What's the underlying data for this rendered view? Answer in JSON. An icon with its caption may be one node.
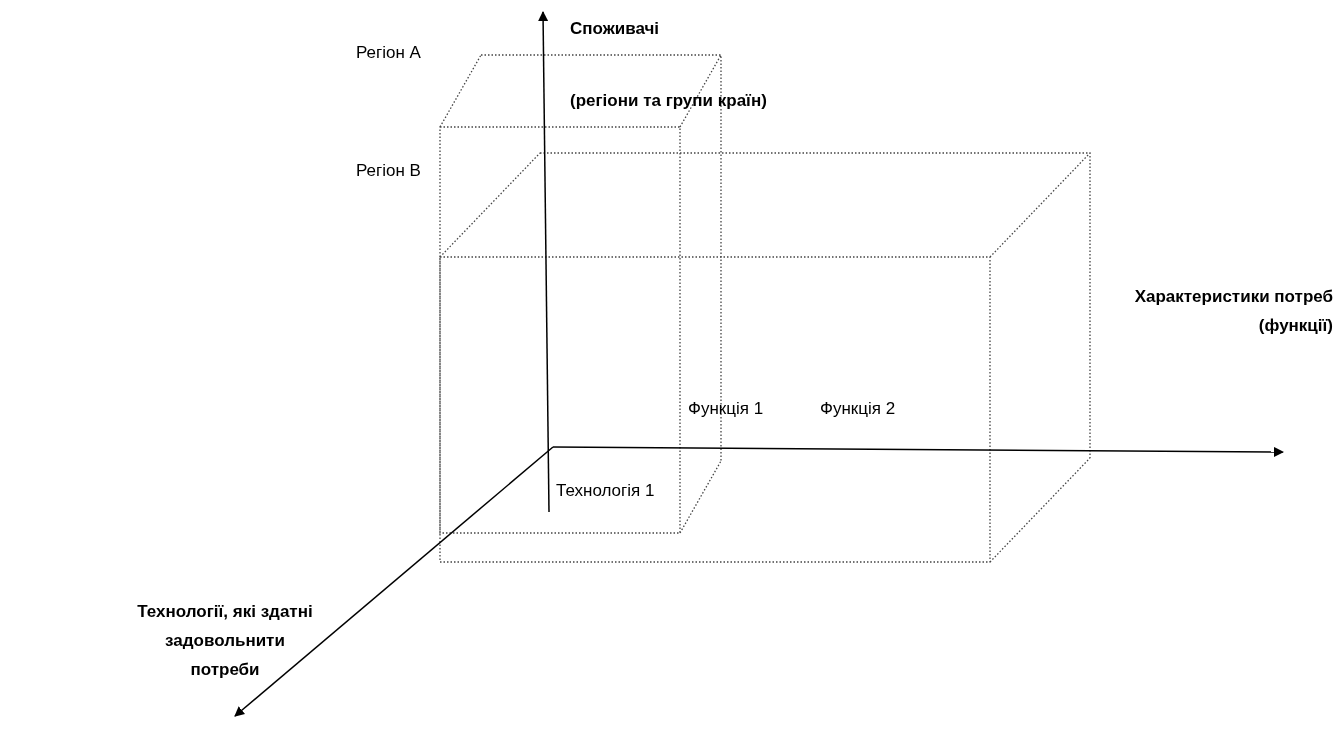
{
  "diagram": {
    "labels": [
      "Споживачі",
      "Регіон А",
      "(регіони та групи країн)",
      "Регіон В",
      "Характеристики потреб (функції)",
      "Функція 1",
      "Функція 2",
      "Технологія 1",
      "Технології, які здатні задовольнити потреби"
    ]
  }
}
